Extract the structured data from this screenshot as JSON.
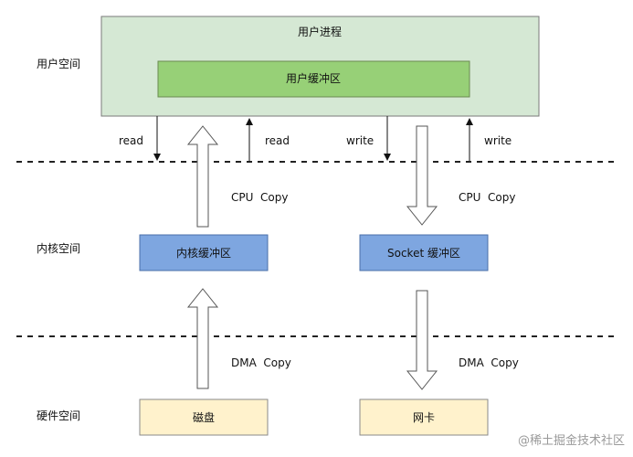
{
  "zones": {
    "user": "用户空间",
    "kernel": "内核空间",
    "hardware": "硬件空间"
  },
  "user_process": {
    "label": "用户进程",
    "buffer": "用户缓冲区"
  },
  "kernel_buffer": "内核缓冲区",
  "socket_buffer": "Socket 缓冲区",
  "disk": "磁盘",
  "nic": "网卡",
  "labels": {
    "read_left": "read",
    "read_right": "read",
    "write_left": "write",
    "write_right": "write",
    "cpu_copy_left": "CPU  Copy",
    "cpu_copy_right": "CPU  Copy",
    "dma_copy_left": "DMA  Copy",
    "dma_copy_right": "DMA  Copy"
  },
  "watermark": "@稀土掘金技术社区",
  "colors": {
    "user_process_fill": "#d5e8d4",
    "user_buffer_fill": "#97d077",
    "kernel_fill": "#7ea6e0",
    "hardware_fill": "#fff2cc"
  }
}
